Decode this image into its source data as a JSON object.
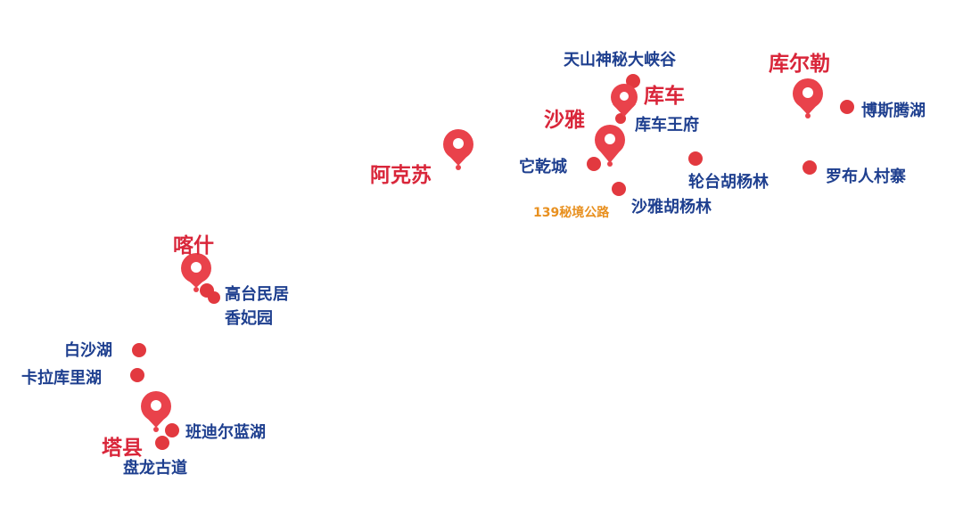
{
  "colors": {
    "route": "#2f6db8",
    "pin": "#e9424b",
    "pin_hole": "#ffffff",
    "dot": "#e2393f",
    "city_text": "#d9263a",
    "spot_text": "#1e3f8f",
    "road_text": "#e8901f"
  },
  "cities": [
    {
      "id": "kashgar",
      "label": "喀什"
    },
    {
      "id": "aksu",
      "label": "阿克苏"
    },
    {
      "id": "shaya",
      "label": "沙雅"
    },
    {
      "id": "kuqa",
      "label": "库车"
    },
    {
      "id": "korla",
      "label": "库尔勒"
    },
    {
      "id": "taxian",
      "label": "塔县"
    }
  ],
  "spots": [
    {
      "id": "tianshan",
      "label": "天山神秘大峡谷"
    },
    {
      "id": "kuqa-palace",
      "label": "库车王府"
    },
    {
      "id": "bosten",
      "label": "博斯腾湖"
    },
    {
      "id": "tuoganc",
      "label": "它乾城"
    },
    {
      "id": "luntai",
      "label": "轮台胡杨林"
    },
    {
      "id": "lop",
      "label": "罗布人村寨"
    },
    {
      "id": "shaya-forest",
      "label": "沙雅胡杨林"
    },
    {
      "id": "gaotai",
      "label": "高台民居"
    },
    {
      "id": "xiangfei",
      "label": "香妃园"
    },
    {
      "id": "baisha",
      "label": "白沙湖"
    },
    {
      "id": "karakul",
      "label": "卡拉库里湖"
    },
    {
      "id": "bandi",
      "label": "班迪尔蓝湖"
    },
    {
      "id": "panlong",
      "label": "盘龙古道"
    }
  ],
  "roads": [
    {
      "id": "road139",
      "label": "139秘境公路"
    }
  ]
}
